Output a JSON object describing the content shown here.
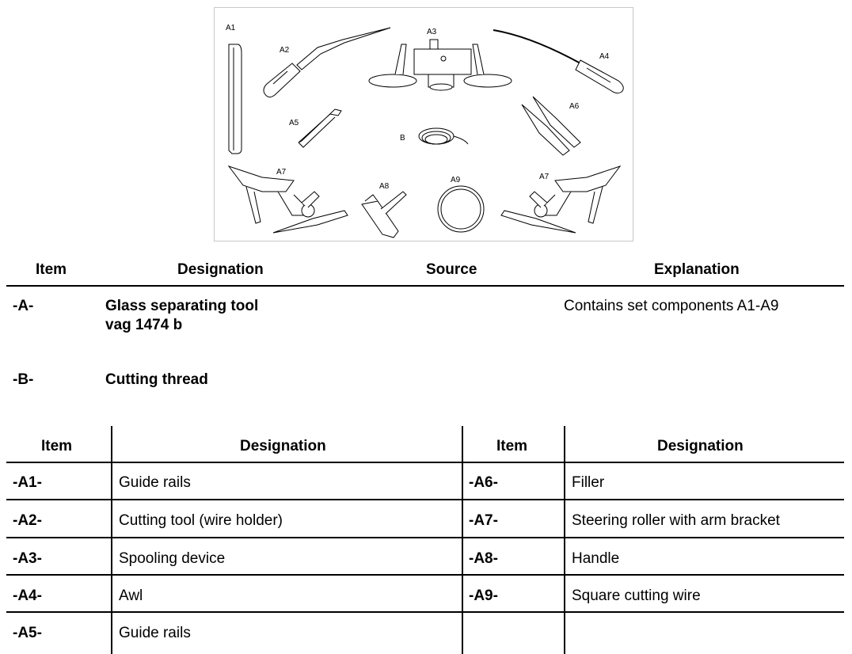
{
  "figure": {
    "labels": {
      "a1": "A1",
      "a2": "A2",
      "a3": "A3",
      "a4": "A4",
      "a5": "A5",
      "a6": "A6",
      "b": "B",
      "a7_left": "A7",
      "a8": "A8",
      "a9": "A9",
      "a7_right": "A7"
    }
  },
  "main_table": {
    "headers": {
      "item": "Item",
      "designation": "Designation",
      "source": "Source",
      "explanation": "Explanation"
    },
    "rows": [
      {
        "item": "-A-",
        "designation_line1": "Glass separating tool",
        "designation_line2": "vag 1474 b",
        "source": "",
        "explanation": "Contains set components A1-A9"
      },
      {
        "item": "-B-",
        "designation_line1": "Cutting thread",
        "designation_line2": "",
        "source": "",
        "explanation": ""
      }
    ]
  },
  "parts_table": {
    "headers": {
      "item_left": "Item",
      "designation_left": "Designation",
      "item_right": "Item",
      "designation_right": "Designation"
    },
    "rows": [
      {
        "item_left": "-A1-",
        "designation_left": "Guide rails",
        "item_right": "-A6-",
        "designation_right": "Filler"
      },
      {
        "item_left": "-A2-",
        "designation_left": "Cutting tool (wire holder)",
        "item_right": "-A7-",
        "designation_right": "Steering roller with arm bracket"
      },
      {
        "item_left": "-A3-",
        "designation_left": "Spooling device",
        "item_right": "-A8-",
        "designation_right": "Handle"
      },
      {
        "item_left": "-A4-",
        "designation_left": "Awl",
        "item_right": "-A9-",
        "designation_right": "Square cutting wire"
      },
      {
        "item_left": "-A5-",
        "designation_left": "Guide rails",
        "item_right": "",
        "designation_right": ""
      }
    ]
  }
}
